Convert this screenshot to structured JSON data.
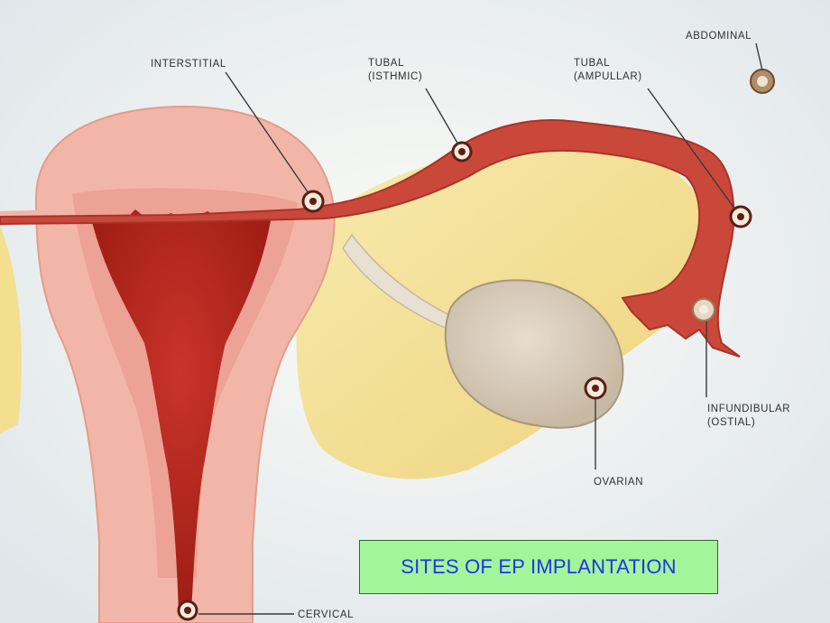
{
  "labels": {
    "interstitial": "INTERSTITIAL",
    "tubal_isthmic": [
      "TUBAL",
      "(ISTHMIC)"
    ],
    "tubal_ampullar": [
      "TUBAL",
      "(AMPULLAR)"
    ],
    "abdominal": "ABDOMINAL",
    "infundibular": [
      "INFUNDIBULAR",
      "(OSTIAL)"
    ],
    "ovarian": "OVARIAN",
    "cervical": "CERVICAL"
  },
  "title": "SITES OF EP IMPLANTATION",
  "colors": {
    "title_box_bg": "#a3f59a",
    "title_text": "#1f36e6",
    "uterus_wall": "#f2b6a8",
    "endometrium": "#b8241a",
    "tube": "#c9483a",
    "ligament": "#f3df8e",
    "ovary": "#d9cdb8"
  }
}
